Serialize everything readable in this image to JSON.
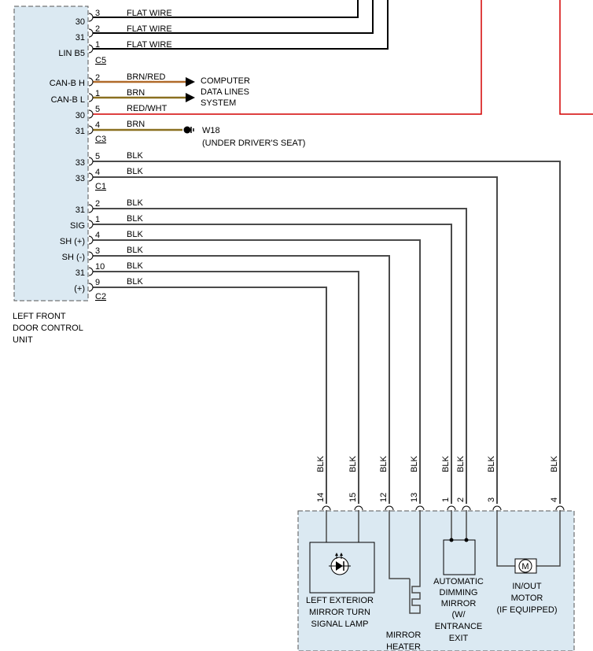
{
  "colors": {
    "wire": "#4a4a4a",
    "flat_wire": "#000000",
    "power": "#d40000",
    "brn_red": "#b06a2a",
    "brn": "#8a7020",
    "module_fill": "#dbe9f2",
    "module_border": "#555555"
  },
  "dcu": {
    "label_line1": "LEFT FRONT",
    "label_line2": "DOOR CONTROL",
    "label_line3": "UNIT",
    "pins": [
      {
        "func": "30",
        "pin": "3",
        "color": "FLAT WIRE"
      },
      {
        "func": "31",
        "pin": "2",
        "color": "FLAT WIRE"
      },
      {
        "func": "LIN B5",
        "pin": "1",
        "color": "FLAT WIRE",
        "connector": "C5"
      },
      {
        "func": "CAN-B H",
        "pin": "2",
        "color": "BRN/RED"
      },
      {
        "func": "CAN-B L",
        "pin": "1",
        "color": "BRN"
      },
      {
        "func": "30",
        "pin": "5",
        "color": "RED/WHT"
      },
      {
        "func": "31",
        "pin": "4",
        "color": "BRN",
        "connector": "C3"
      },
      {
        "func": "33",
        "pin": "5",
        "color": "BLK"
      },
      {
        "func": "33",
        "pin": "4",
        "color": "BLK",
        "connector": "C1"
      },
      {
        "func": "31",
        "pin": "2",
        "color": "BLK"
      },
      {
        "func": "SIG",
        "pin": "1",
        "color": "BLK"
      },
      {
        "func": "SH (+)",
        "pin": "4",
        "color": "BLK"
      },
      {
        "func": "SH (-)",
        "pin": "3",
        "color": "BLK"
      },
      {
        "func": "31",
        "pin": "10",
        "color": "BLK"
      },
      {
        "func": "(+)",
        "pin": "9",
        "color": "BLK",
        "connector": "C2"
      }
    ]
  },
  "computer_data_lines": {
    "line1": "COMPUTER",
    "line2": "DATA LINES",
    "line3": "SYSTEM"
  },
  "ground": {
    "line1": "W18",
    "line2": "(UNDER DRIVER'S SEAT)"
  },
  "mirror": {
    "pins": [
      {
        "pin": "14",
        "color": "BLK"
      },
      {
        "pin": "15",
        "color": "BLK"
      },
      {
        "pin": "12",
        "color": "BLK"
      },
      {
        "pin": "13",
        "color": "BLK"
      },
      {
        "pin": "1",
        "color": "BLK"
      },
      {
        "pin": "2",
        "color": "BLK"
      },
      {
        "pin": "3",
        "color": "BLK"
      },
      {
        "pin": "4",
        "color": "BLK"
      }
    ],
    "turn_lamp": {
      "line1": "LEFT EXTERIOR",
      "line2": "MIRROR TURN",
      "line3": "SIGNAL LAMP"
    },
    "heater": {
      "line1": "MIRROR",
      "line2": "HEATER"
    },
    "dimming": {
      "line1": "AUTOMATIC",
      "line2": "DIMMING",
      "line3": "MIRROR",
      "line4": "(W/",
      "line5": "ENTRANCE",
      "line6": "EXIT"
    },
    "motor": {
      "line1": "IN/OUT",
      "line2": "MOTOR",
      "line3": "(IF EQUIPPED)",
      "symbol": "M"
    }
  }
}
